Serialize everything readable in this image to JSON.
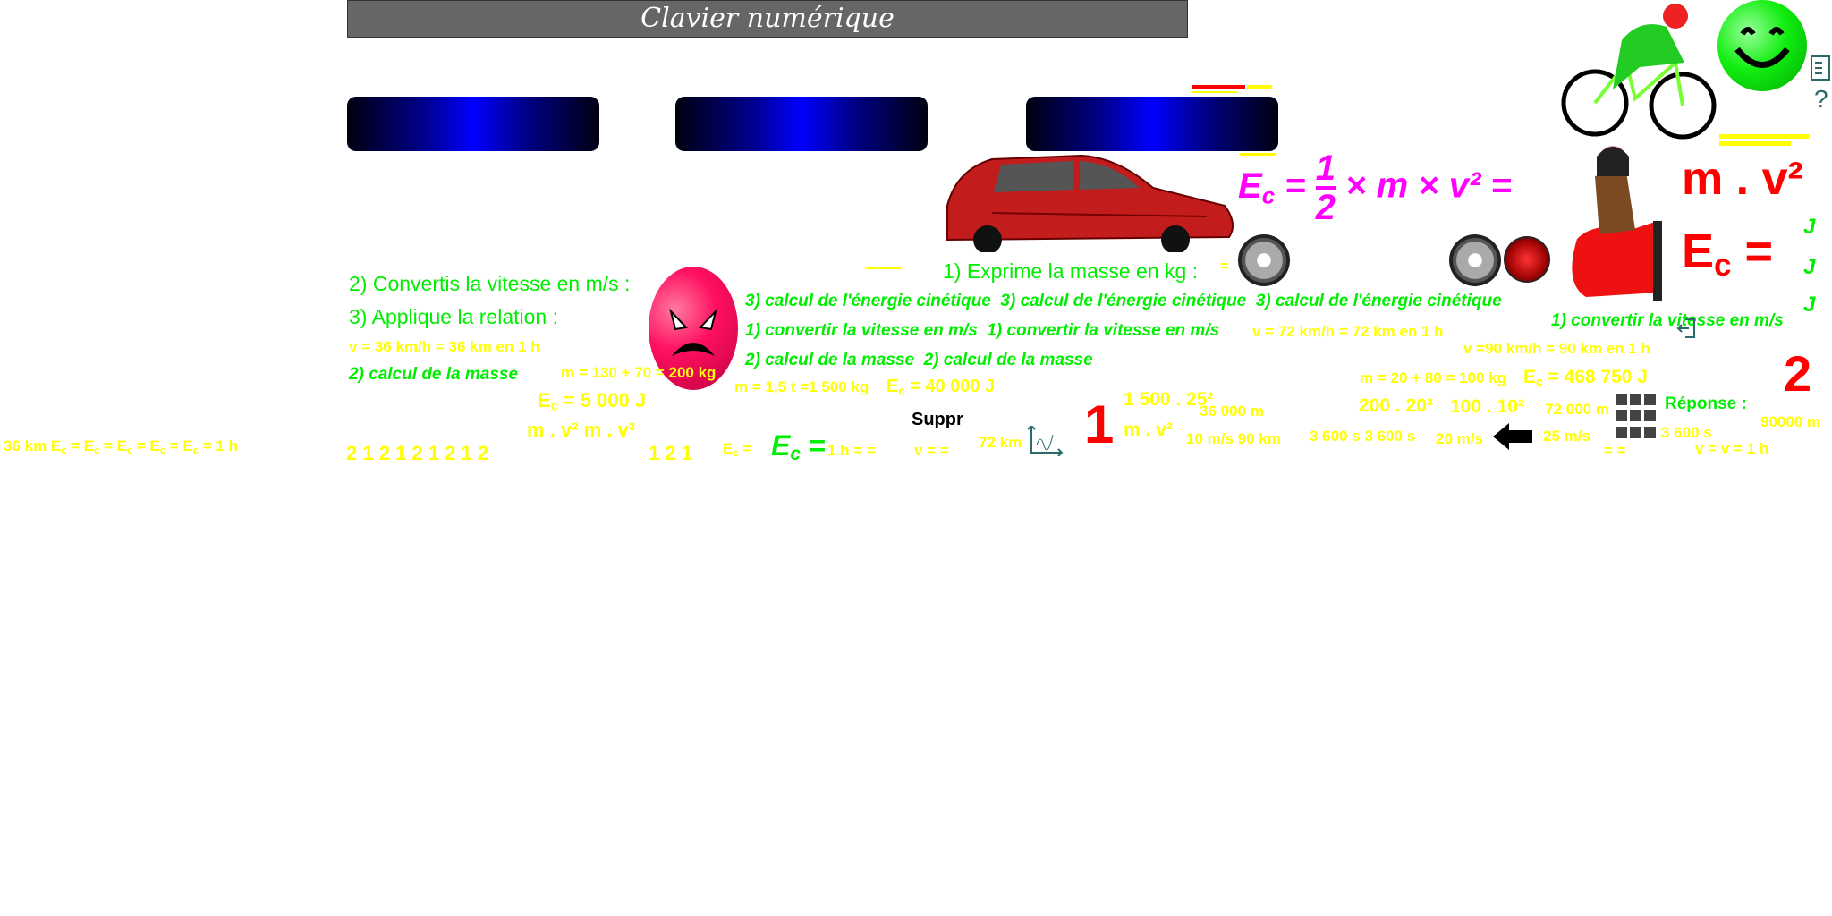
{
  "title": "Clavier numérique",
  "instructions": {
    "convert": "2) Convertis la vitesse en m/s :",
    "apply": "3) Applique la relation :",
    "mass": "1) Exprime la masse en kg :"
  },
  "formula": {
    "lhs": "Ec",
    "eq": "=",
    "num": "1",
    "den": "2",
    "rest": "× m × v² ="
  },
  "big_right": {
    "mv2": "m . v²",
    "ec": "Ec =",
    "j": [
      "J",
      "J",
      "J"
    ]
  },
  "steps": {
    "energy": [
      "3) calcul de l'énergie cinétique",
      "3) calcul de l'énergie cinétique",
      "3) calcul de l'énergie cinétique"
    ],
    "convert": [
      "1) convertir la vitesse en m/s",
      "1) convertir la vitesse en m/s"
    ],
    "convert_right": "1) convertir la vitesse en m/s",
    "mass": [
      "2) calcul de la masse",
      "2) calcul de la masse"
    ],
    "mass_left": "2) calcul de la masse"
  },
  "values": {
    "v36": "v = 36 km/h = 36 km en 1 h",
    "m200": "m = 130 + 70 = 200 kg",
    "ec5000": "Ec =  5 000 J",
    "mv2pair": "m . v²  m . v²",
    "m1500": "m = 1,5 t =1 500 kg",
    "ec40000": "Ec = 40 000 J",
    "v72": "v = 72 km/h = 72 km en 1 h",
    "v90": "v =90 km/h = 90 km en 1 h",
    "m100": "m = 20 + 80 = 100 kg",
    "ec468750": "Ec = 468 750 J",
    "calc1500": "1 500 . 25²",
    "d36000": "36 000 m",
    "mv2": "m . v²",
    "s10": "10 m/s  90 km",
    "calc200": "200 . 20²",
    "calc100": "100 . 10²",
    "d72000": "72 000 m",
    "t3600pair": "3 600 s  3 600 s",
    "s20": "20 m/s",
    "s25": "25 m/s",
    "eqeq": "=  =",
    "t3600": "3 600 s",
    "d90000": "90000 m",
    "vv1h": "v =  v =  1 h",
    "small_eq": "="
  },
  "bottom": {
    "left": "36 km  Ec =   Ec =   Ec =   Ec =   Ec =   1 h",
    "digits": "2 1 2 1 2 1 2 1 2",
    "digits2": "1 2 1",
    "ec_small": "Ec =",
    "ec_big": "Ec =",
    "h_eq": "1 h  =  =",
    "v_eq": "v =  =",
    "km72": "72 km"
  },
  "labels": {
    "suppr": "Suppr",
    "reponse": "Réponse :",
    "one": "1",
    "two": "2"
  },
  "colors": {
    "yellow": "#ffff00",
    "green": "#00ee00",
    "magenta": "#ff00ff",
    "red": "#ff0000"
  }
}
